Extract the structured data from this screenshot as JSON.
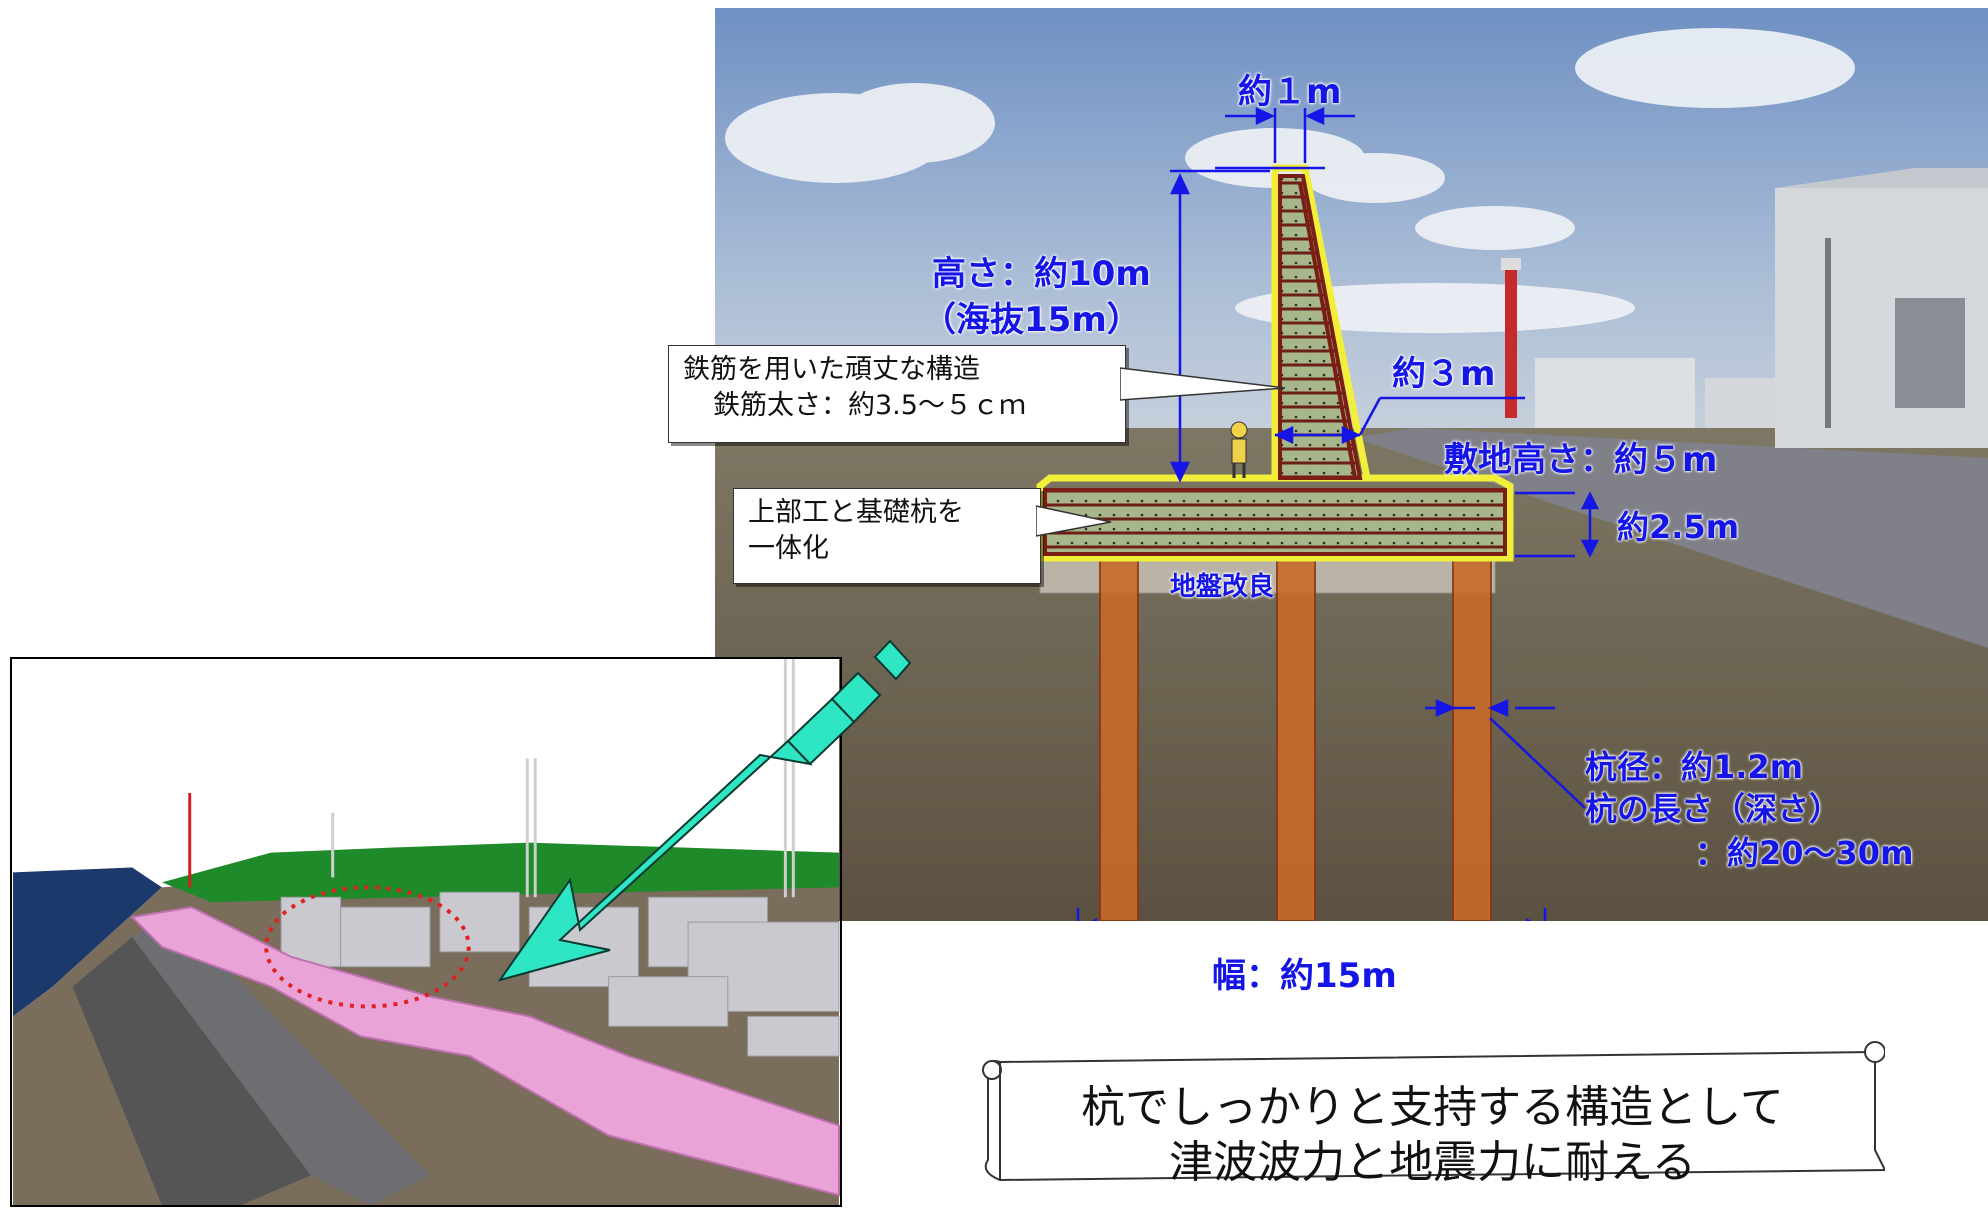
{
  "photo": {
    "alt": "",
    "labels": {
      "top_width": "約１m",
      "height": "高さ：約10m",
      "height_sea": "（海抜15m）",
      "mid_width": "約３m",
      "site_height": "敷地高さ：約５m",
      "slab_thickness": "約2.5m",
      "ground_improve": "地盤改良",
      "pile_diameter": "杭径：約1.2m",
      "pile_length": "杭の長さ（深さ）",
      "pile_length_val": "：約20～30m",
      "base_width": "幅：約15m"
    },
    "colors": {
      "dimension": "#1515e8",
      "wall_fill": "#8b3a2a",
      "wall_outline": "#f2ef3a",
      "pile": "#c86a2a"
    }
  },
  "callouts": {
    "rebar_line1": "鉄筋を用いた頑丈な構造",
    "rebar_line2": "鉄筋太さ：約3.5～５ｃｍ",
    "integrate_line1": "上部工と基礎杭を",
    "integrate_line2": "一体化"
  },
  "summary": {
    "line1": "杭でしっかりと支持する構造として",
    "line2": "津波波力と地震力に耐える"
  },
  "render3d": {
    "colors": {
      "wall": "#e9a3d6",
      "sea": "#1b3a6b",
      "ground": "#7a6d5c",
      "highlight": "#e02020"
    }
  },
  "arrow": {
    "color": "#2fe6c4"
  }
}
